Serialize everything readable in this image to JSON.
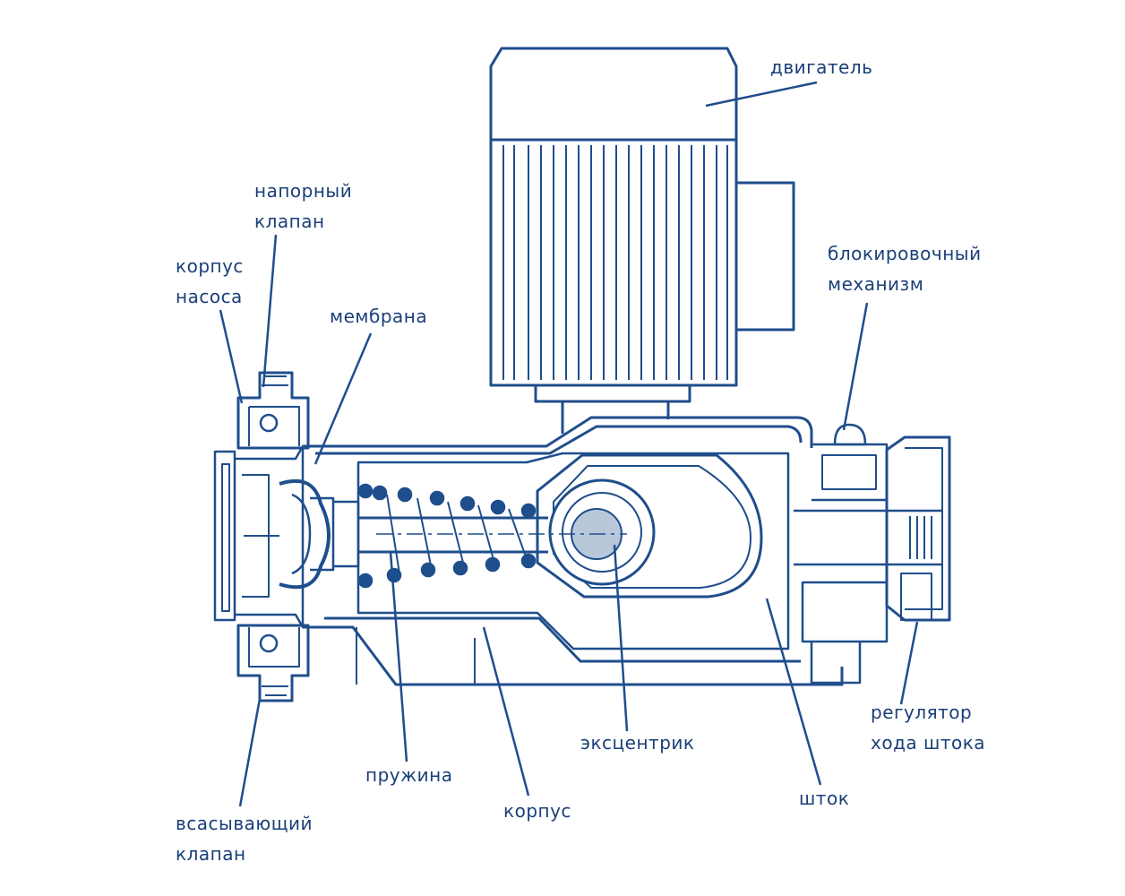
{
  "labels": {
    "motor": "двигатель",
    "discharge_valve": "напорный\nклапан",
    "pump_body": "корпус\nнасоса",
    "membrane": "мембрана",
    "locking_mechanism": "блокировочный\nмеханизм",
    "stroke_regulator": "регулятор\nхода штока",
    "eccentric": "эксцентрик",
    "spring": "пружина",
    "housing": "корпус",
    "rod": "шток",
    "suction_valve": "всасывающий\nклапан"
  },
  "colors": {
    "line": "#1f4e8c",
    "text": "#1a3f78",
    "shade": "#b9c7da"
  }
}
